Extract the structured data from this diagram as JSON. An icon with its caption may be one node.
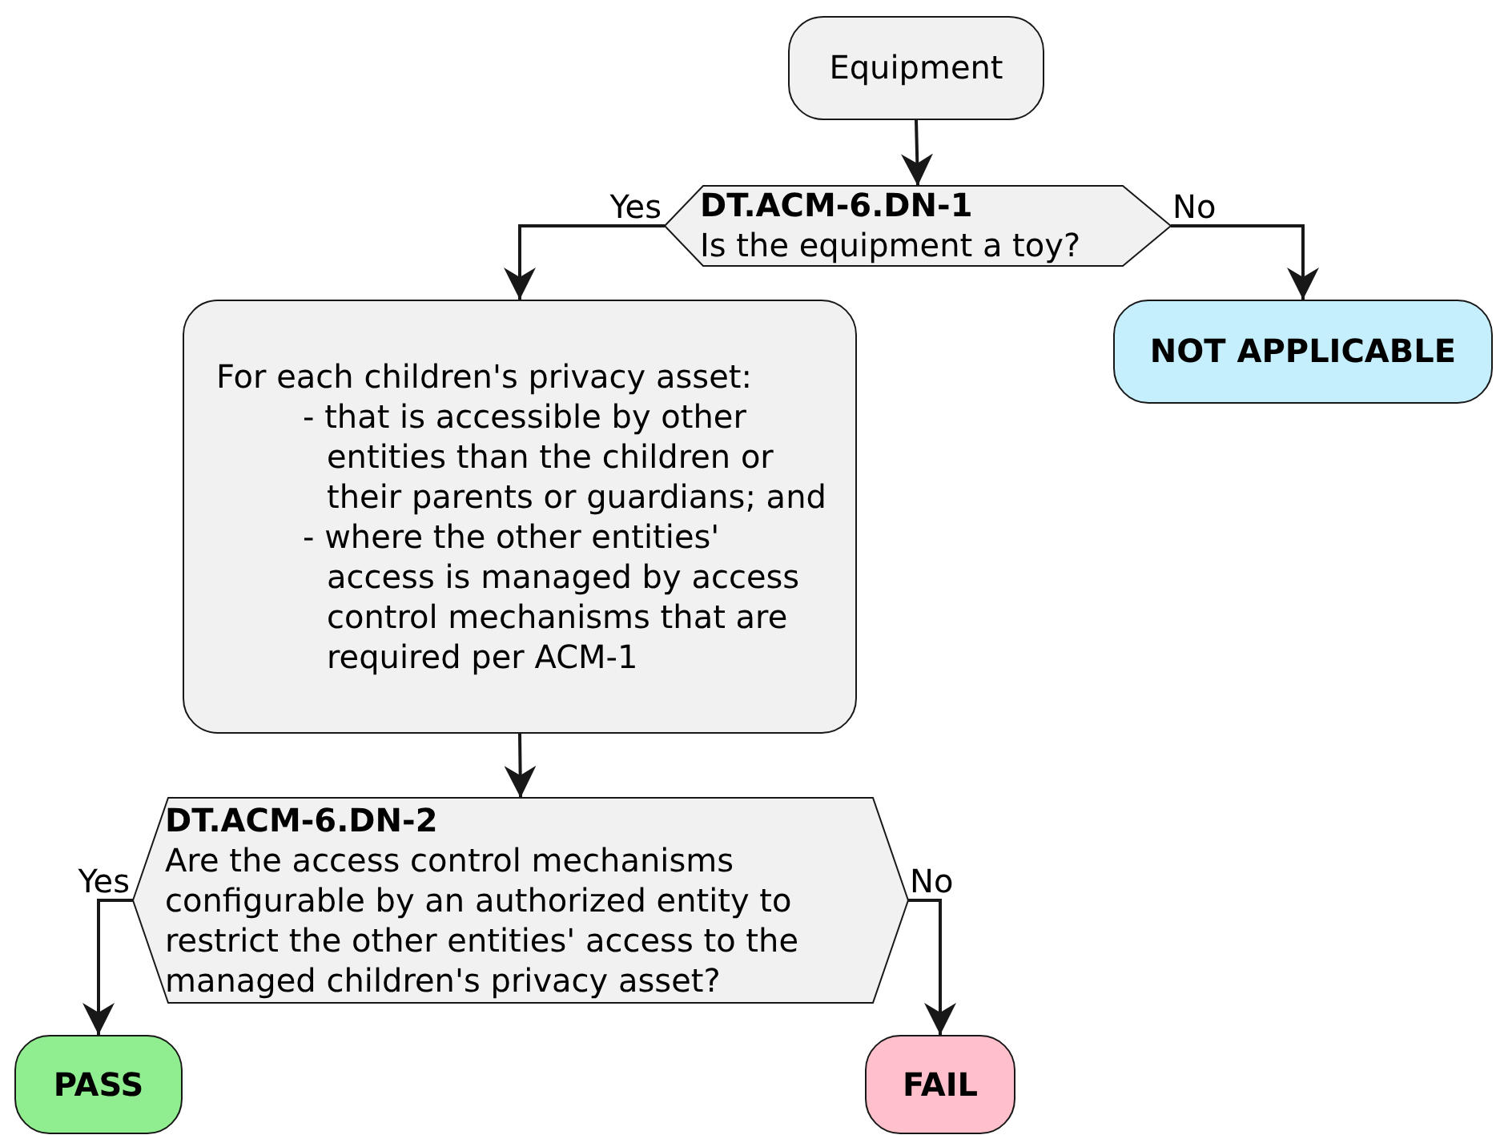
{
  "diagram": {
    "nodes": [
      {
        "text": [
          "Equipment"
        ]
      },
      {
        "text": [
          "DT.ACM-6.DN-1",
          "Is the equipment a toy?"
        ]
      },
      {
        "text": [
          "NOT APPLICABLE"
        ]
      },
      {
        "text": [
          "For each children's privacy asset:",
          "- that is accessible by other entities than the children or their parents or guardians; and",
          "- where the other entities' access is managed by access control mechanisms that are required per ACM-1"
        ]
      },
      {
        "text": [
          "DT.ACM-6.DN-2",
          "Are the access control mechanisms configurable by an authorized entity to restrict the other entities' access to the managed children's privacy asset?"
        ]
      },
      {
        "text": [
          "PASS"
        ]
      },
      {
        "text": [
          "FAIL"
        ]
      }
    ],
    "edges": [
      {
        "from": 0,
        "to": 1,
        "arrow": "to"
      },
      {
        "from": 1,
        "to": 3,
        "arrow": "to",
        "label": "Yes"
      },
      {
        "from": 1,
        "to": 2,
        "arrow": "to",
        "label": "No"
      },
      {
        "from": 3,
        "to": 4,
        "arrow": "to"
      },
      {
        "from": 4,
        "to": 5,
        "arrow": "to",
        "label": "Yes"
      },
      {
        "from": 4,
        "to": 6,
        "arrow": "to",
        "label": "No"
      }
    ]
  }
}
